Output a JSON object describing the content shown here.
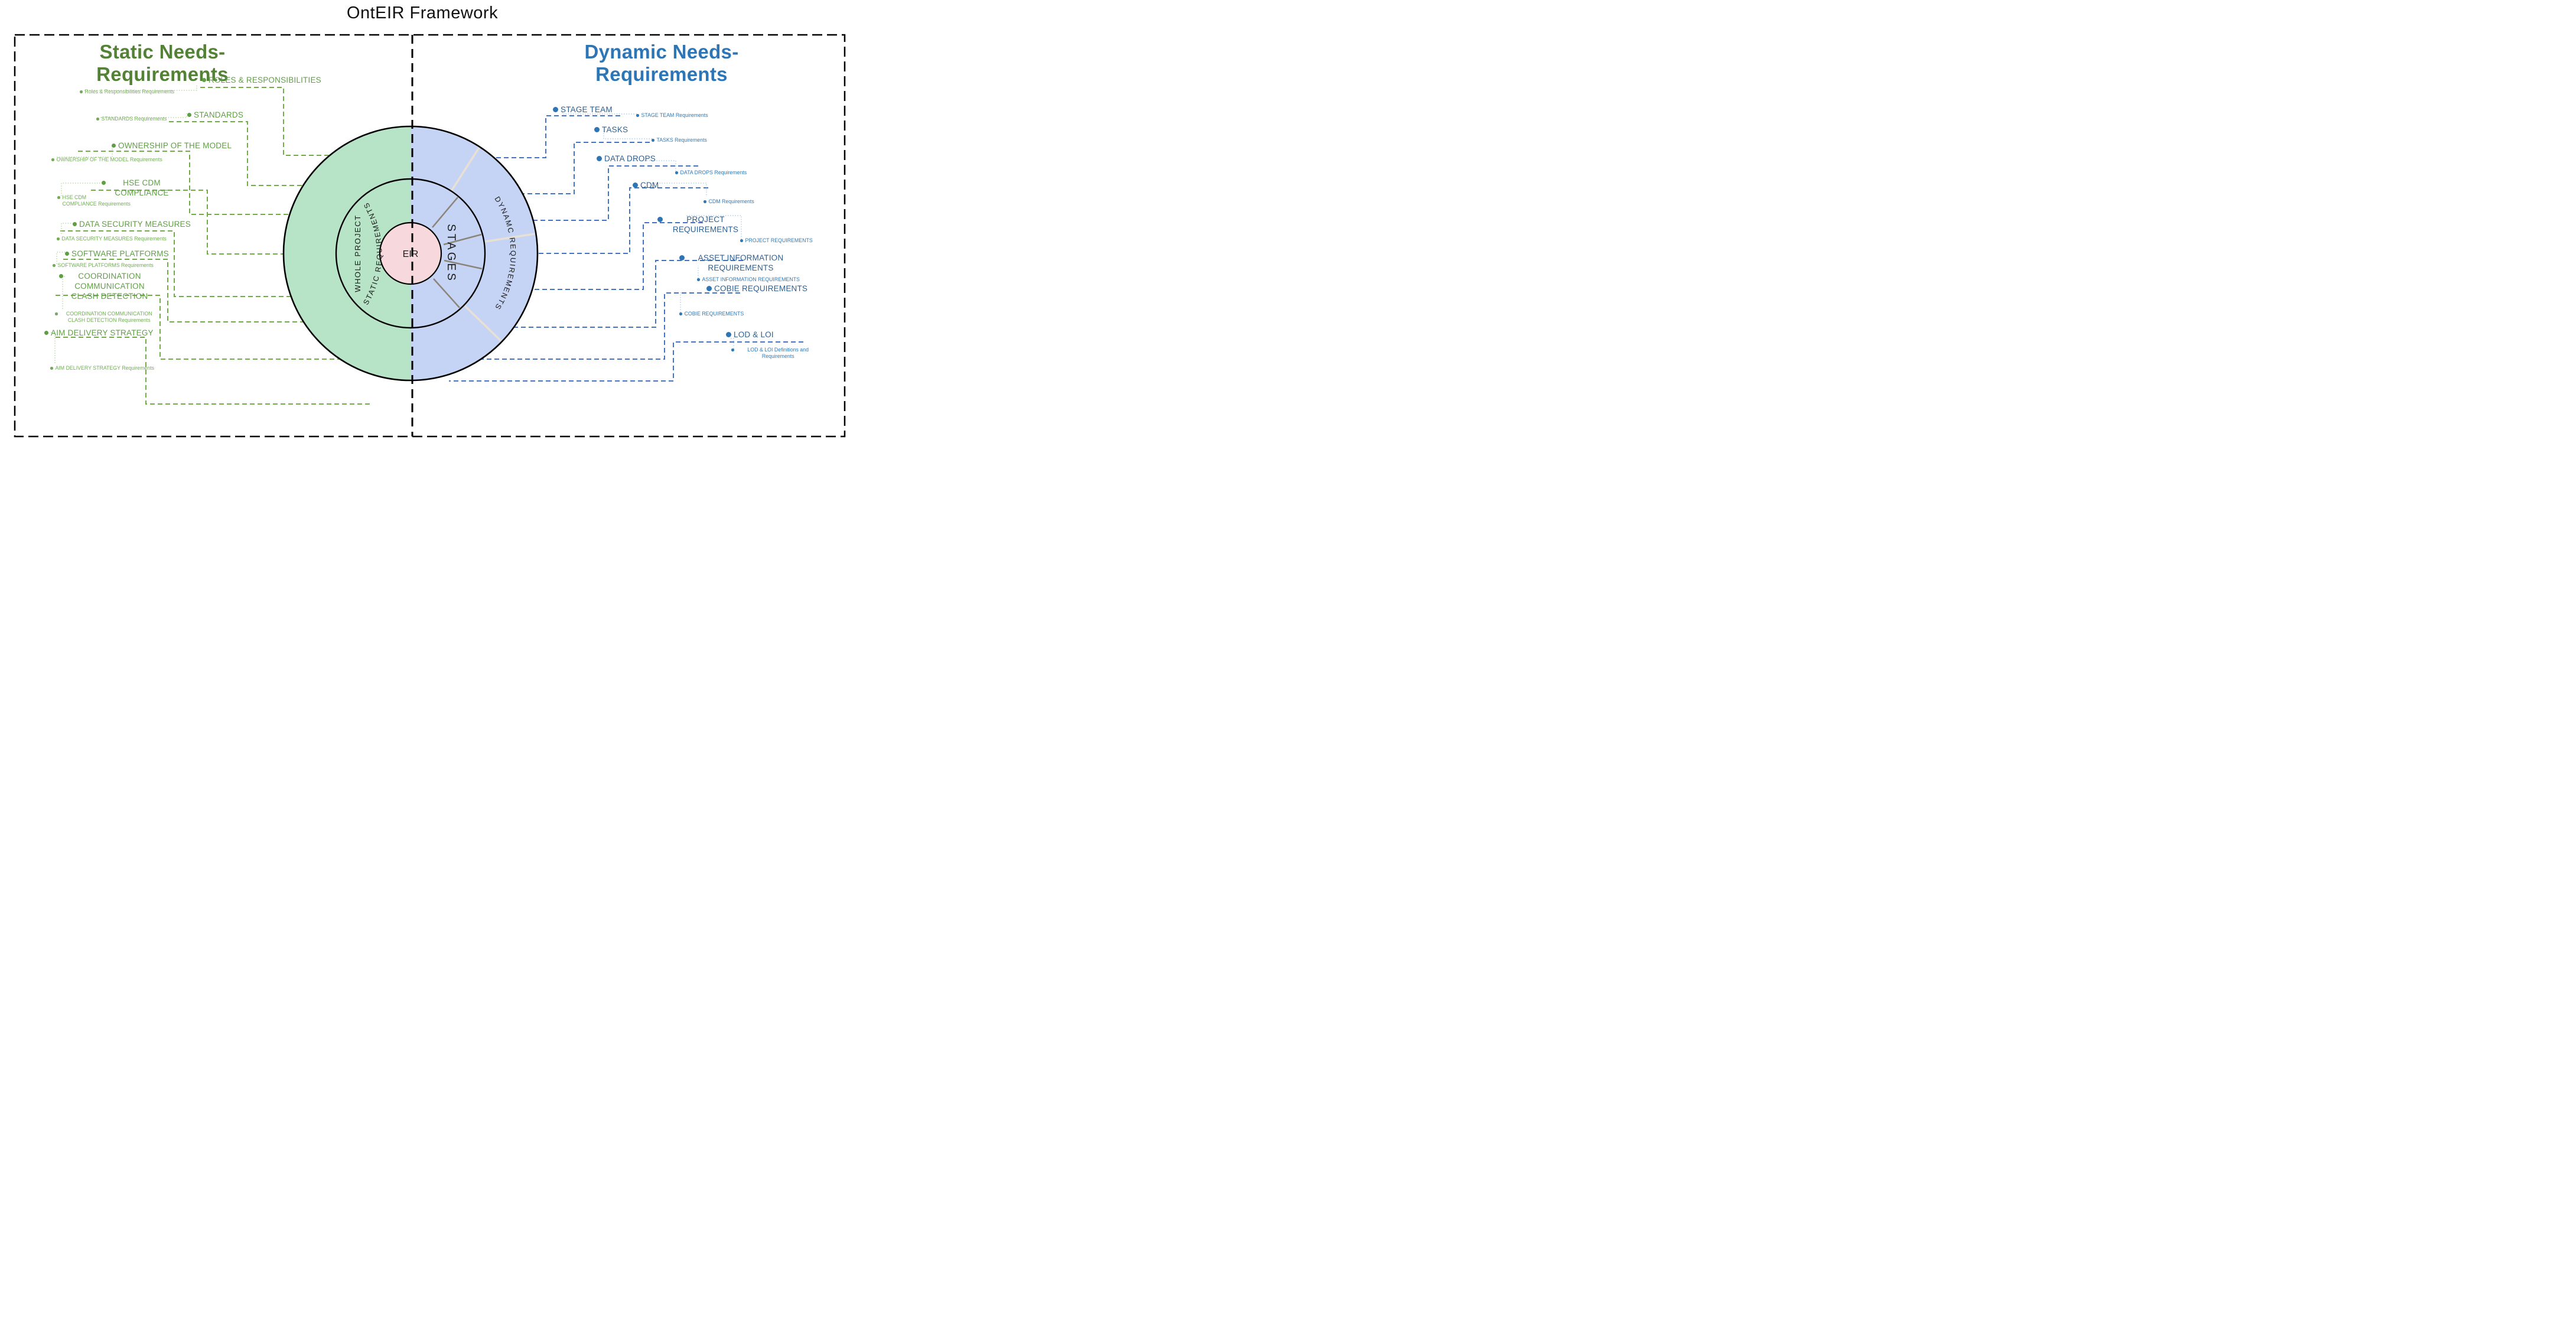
{
  "title": "OntEIR Framework",
  "left": {
    "heading": "Static Needs-Requirements",
    "items": [
      {
        "label": "ROLES & RESPONSIBILITIES",
        "sublabel": "Roles & Responsibilities Requirements"
      },
      {
        "label": "STANDARDS",
        "sublabel": "STANDARDS Requirements"
      },
      {
        "label": "OWNERSHIP OF THE MODEL",
        "sublabel": "OWNERSHIP OF THE MODEL Requirements"
      },
      {
        "label": "HSE CDM\nCOMPLIANCE",
        "sublabel": "HSE CDM\nCOMPLIANCE Requirements"
      },
      {
        "label": "DATA SECURITY MEASURES",
        "sublabel": "DATA SECURITY MEASURES Requirements"
      },
      {
        "label": "SOFTWARE PLATFORMS",
        "sublabel": "SOFTWARE PLATFORMS Requirements"
      },
      {
        "label": "COORDINATION\nCOMMUNICATION\nCLASH DETECTION",
        "sublabel": "COORDINATION COMMUNICATION\nCLASH DETECTION Requirements"
      },
      {
        "label": "AIM DELIVERY STRATEGY",
        "sublabel": "AIM DELIVERY STRATEGY Requirements"
      }
    ]
  },
  "right": {
    "heading": "Dynamic Needs- Requirements",
    "items": [
      {
        "label": "STAGE TEAM",
        "sublabel": "STAGE TEAM Requirements"
      },
      {
        "label": "TASKS",
        "sublabel": "TASKS Requirements"
      },
      {
        "label": "DATA DROPS",
        "sublabel": "DATA DROPS Requirements"
      },
      {
        "label": "CDM",
        "sublabel": "CDM Requirements"
      },
      {
        "label": "PROJECT\nREQUIREMENTS",
        "sublabel": "PROJECT REQUIREMENTS"
      },
      {
        "label": "ASSET INFORMATION\nREQUIREMENTS",
        "sublabel": "ASSET INFORMATION REQUIREMENTS"
      },
      {
        "label": "COBIE REQUIREMENTS",
        "sublabel": "COBIE REQUIREMENTS"
      },
      {
        "label": "LOD & LOI",
        "sublabel": "LOD & LOI Definitions and\nRequirements"
      }
    ]
  },
  "circle": {
    "outer_left": "STATIC REQUIREMENTS",
    "outer_right": "DYNAMC REQUIREMENTS",
    "middle_left": "WHOLE PROJECT",
    "middle_right": "STAGES",
    "center": "EIR"
  },
  "colors": {
    "green_heading": "#538135",
    "green_label": "#5f9e45",
    "green_connector": "#70ad47",
    "blue_heading": "#2e75b6",
    "blue_label": "#2e5f8f",
    "blue_connector": "#4472c4",
    "ring_green": "#b7e3c6",
    "ring_blue": "#c5d4f4",
    "center_pink": "#f7d9dd",
    "stage_divider_gray": "#8b8478",
    "stage_divider_tan": "#e8e0d4"
  }
}
